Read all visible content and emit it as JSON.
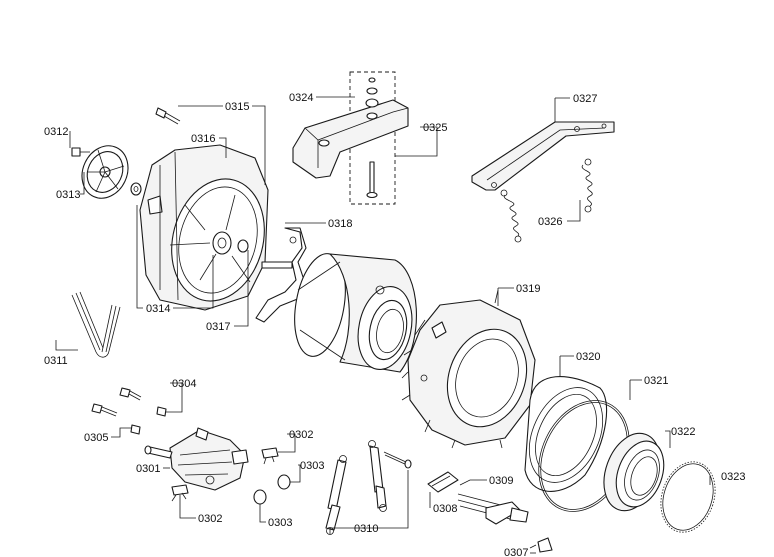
{
  "labels": {
    "p0324": "0324",
    "p0325": "0325",
    "p0327": "0327",
    "p0315": "0315",
    "p0312": "0312",
    "p0316": "0316",
    "p0313": "0313",
    "p0326": "0326",
    "p0318": "0318",
    "p0319": "0319",
    "p0314": "0314",
    "p0317": "0317",
    "p0311": "0311",
    "p0320": "0320",
    "p0321": "0321",
    "p0304": "0304",
    "p0305": "0305",
    "p0322": "0322",
    "p0302a": "0302",
    "p0303a": "0303",
    "p0301": "0301",
    "p0323": "0323",
    "p0309": "0309",
    "p0302b": "0302",
    "p0303b": "0303",
    "p0308": "0308",
    "p0310": "0310",
    "p0307": "0307"
  }
}
